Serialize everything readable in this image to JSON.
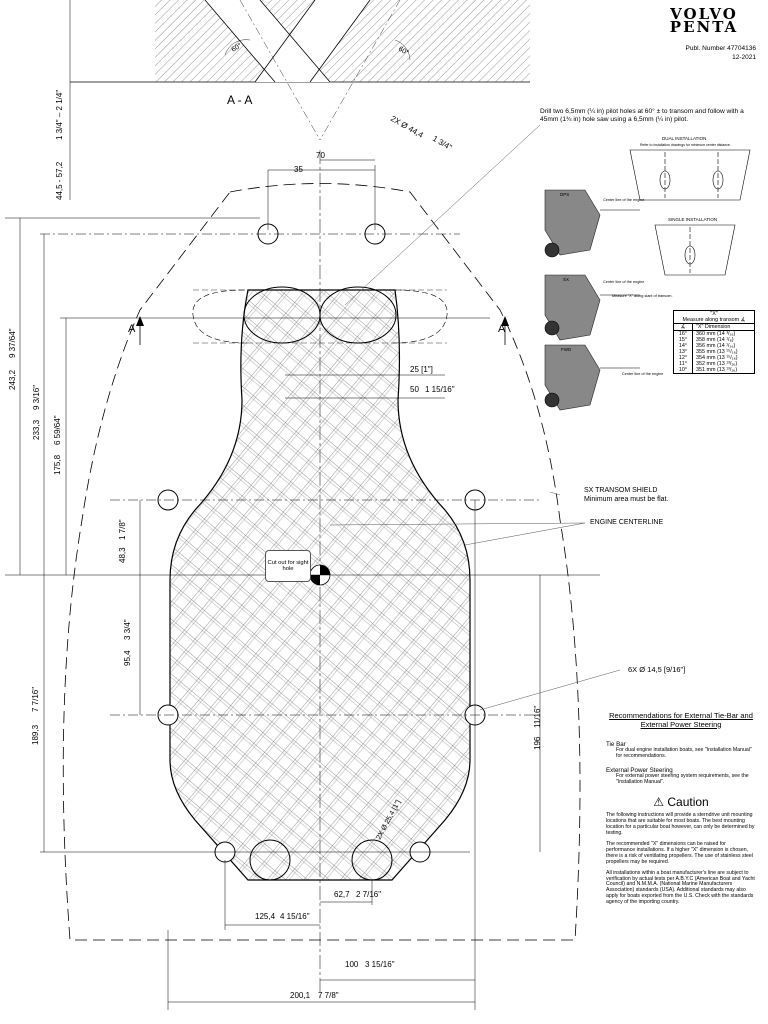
{
  "brand": {
    "line1": "VOLVO",
    "line2": "PENTA"
  },
  "publication": {
    "number": "Publ. Number 47704136",
    "date": "12-2021"
  },
  "section": {
    "label": "A - A",
    "angle1": "60°",
    "angle2": "60°",
    "cut_left": "A",
    "cut_right": "A"
  },
  "instructions": {
    "pilot_holes": "Drill two 6,5mm (¼ in) pilot holes at 60° ± to transom and follow with a 45mm (1¾ in) hole saw using a 6,5mm (¼ in) pilot."
  },
  "dimensions": {
    "d_44_57": "44,5 - 57,2",
    "d_44_57_in": "1 3/4\" – 2 1/4\"",
    "d_2x44": "2X Ø 44,4",
    "d_2x44_in": "1 3/4\"",
    "d_70": "70",
    "d_35": "35",
    "d_243": "243,2",
    "d_243_in": "9 37/64\"",
    "d_233": "233,3",
    "d_233_in": "9 3/16\"",
    "d_175": "175,8",
    "d_175_in": "6 59/64\"",
    "d_25": "25 [1\"]",
    "d_50": "50",
    "d_50_in": "1 15/16\"",
    "d_48": "48,3",
    "d_48_in": "1 7/8\"",
    "d_95": "95,4",
    "d_95_in": "3 3/4\"",
    "d_189": "189,3",
    "d_189_in": "7 7/16\"",
    "d_196": "196",
    "d_196_in": "11/16\"",
    "d_6x": "6X Ø 14,5 [9/16\"]",
    "d_2x25": "2X Ø 25,4 [1\"]",
    "d_62": "62,7",
    "d_62_in": "2 7/16\"",
    "d_125": "125,4",
    "d_125_in": "4 15/16\"",
    "d_100": "100",
    "d_100_in": "3 15/16\"",
    "d_200": "200,1",
    "d_200_in": "7 7/8\""
  },
  "labels": {
    "shield": "SX TRANSOM SHIELD",
    "shield_note": "Minimum area must be flat.",
    "centerline": "ENGINE CENTERLINE",
    "cutout": "Cut out for sight hole"
  },
  "inset": {
    "dual_title": "DUAL INSTALLATION",
    "dual_note": "Refer to installation drawings for minimum center distance.",
    "single_title": "SINGLE INSTALLATION",
    "dps": "DPS",
    "sx": "SX",
    "fwd": "FWD",
    "centerline_engine": "Center line of the engine",
    "measure_x": "Measure \"X\" along slant of transom."
  },
  "x_table": {
    "title": "\"X\"",
    "subtitle": "Measure along transom ∡",
    "col1": "∡",
    "col2": "\"X\" Dimension",
    "rows": [
      {
        "angle": "16°",
        "dim": "360 mm (14 ³/₁₆)"
      },
      {
        "angle": "15°",
        "dim": "358 mm (14 ¹/₈)"
      },
      {
        "angle": "14°",
        "dim": "356 mm (14 ¹/₁₆)"
      },
      {
        "angle": "13°",
        "dim": "355 mm (13 ¹⁵/₁₆)"
      },
      {
        "angle": "12°",
        "dim": "354 mm (13 ¹⁵/₁₆)"
      },
      {
        "angle": "11°",
        "dim": "352 mm (13 ¹³/₁₆)"
      },
      {
        "angle": "10°",
        "dim": "351 mm (13 ¹³/₁₆)"
      }
    ]
  },
  "recommendations": {
    "title": "Recommendations for External Tie-Bar and External Power Steering",
    "tiebar_head": "Tie Bar",
    "tiebar_text": "For dual engine installation boats, see \"Installation Manual\" for recommendations.",
    "steer_head": "External Power Steering",
    "steer_text": "For external power steering system requirements, see the \"Installation Manual\"."
  },
  "caution": {
    "title": "Caution",
    "p1": "The following instructions will provide a sterndrive unit mounting locations that are suitable for most boats. The best mounting location for a particular boat however, can only be determined by testing.",
    "p2": "The recommended \"X\" dimensions can be raised for performance installations. If a higher \"X\" dimension is chosen, there is a risk of ventilating propellers. The use of stainless steel propellers may be required.",
    "p3": "All installations within a boat manufacturer's line are subject to verification by actual tests per A.B.Y.C (American Boat and Yacht Council) and N.M.M.A. (National Marine Manufacturers Association) standards (USA). Additional standards may also apply for boats exported from the U.S. Check with the standards agency of the importing country."
  }
}
